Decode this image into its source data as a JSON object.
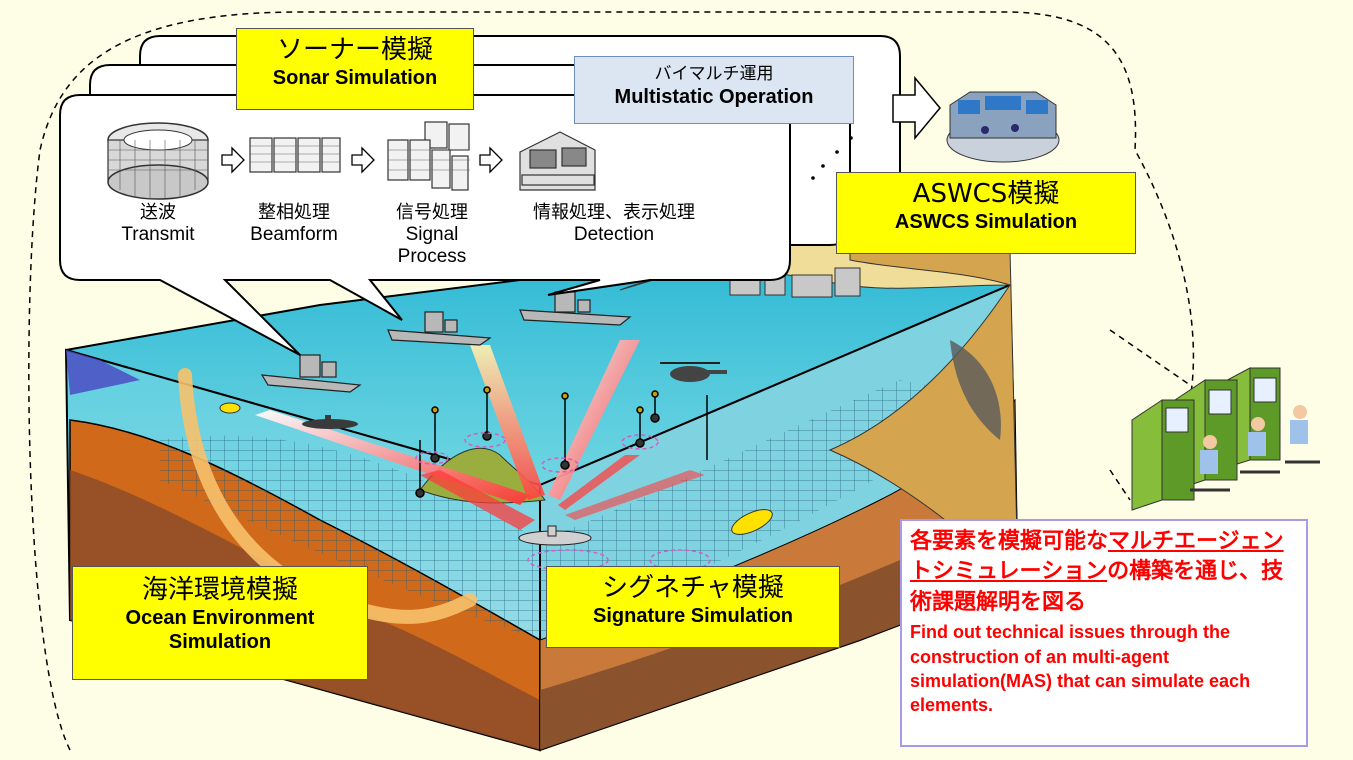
{
  "sonar": {
    "jp": "ソーナー模擬",
    "en": "Sonar Simulation"
  },
  "multistatic": {
    "jp": "バイマルチ運用",
    "en": "Multistatic Operation"
  },
  "aswcs": {
    "jp": "ASWCS模擬",
    "en": "ASWCS Simulation"
  },
  "ocean": {
    "jp": "海洋環境模擬",
    "en1": "Ocean Environment",
    "en2": "Simulation"
  },
  "signature": {
    "jp": "シグネチャ模擬",
    "en": "Signature Simulation"
  },
  "steps": [
    {
      "jp": "送波",
      "en1": "Transmit",
      "en2": "",
      "icon": "transducer-array-icon"
    },
    {
      "jp": "整相処理",
      "en1": "Beamform",
      "en2": "",
      "icon": "processor-rack-icon"
    },
    {
      "jp": "信号処理",
      "en1": "Signal",
      "en2": "Process",
      "icon": "server-rack-icon"
    },
    {
      "jp": "情報処理、表示処理",
      "en1": "Detection",
      "en2": "",
      "icon": "sonar-console-icon"
    }
  ],
  "summary": {
    "jp_pre": "各要素を模擬可能な",
    "jp_u": "マルチエージェントシミュレーション",
    "jp_post": "の構築を通じ、技術課題解明を図る",
    "en": "Find out technical issues through the construction of an multi-agent simulation(MAS) that can simulate each elements."
  },
  "colors": {
    "highlight": "#ffff00",
    "accent_red": "#ff0000",
    "ocean": "#43c3d6",
    "frame_bg": "#fefee6"
  }
}
